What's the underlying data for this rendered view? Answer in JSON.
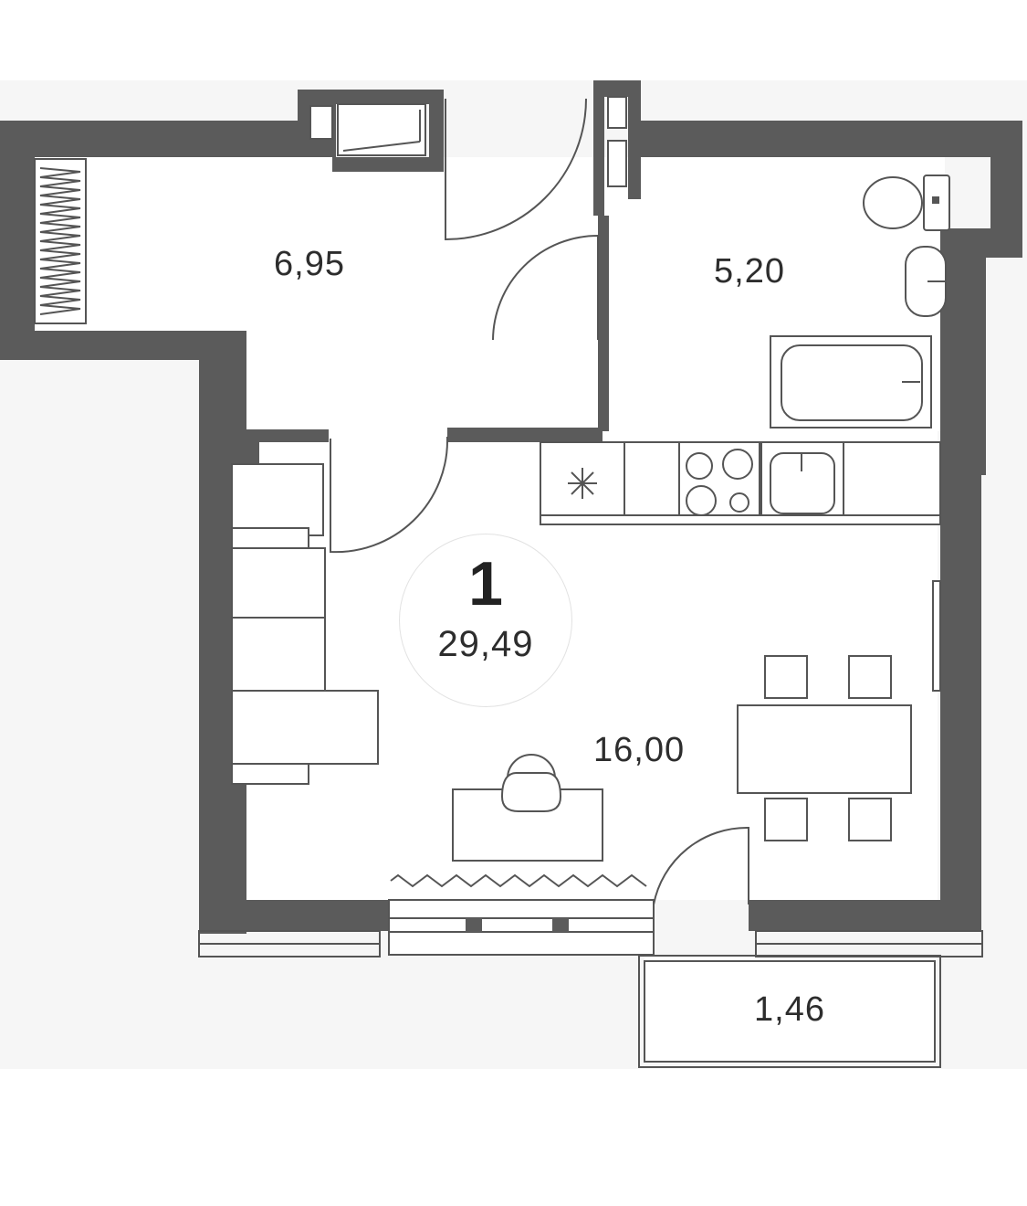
{
  "apartment": {
    "rooms": "1",
    "total_area": "29,49"
  },
  "room_areas": {
    "hallway": "6,95",
    "bathroom": "5,20",
    "living_kitchen": "16,00",
    "balcony": "1,46"
  },
  "colors": {
    "wall": "#5b5b5b",
    "line": "#555555",
    "floor": "#ffffff",
    "background": "#f6f6f6"
  }
}
